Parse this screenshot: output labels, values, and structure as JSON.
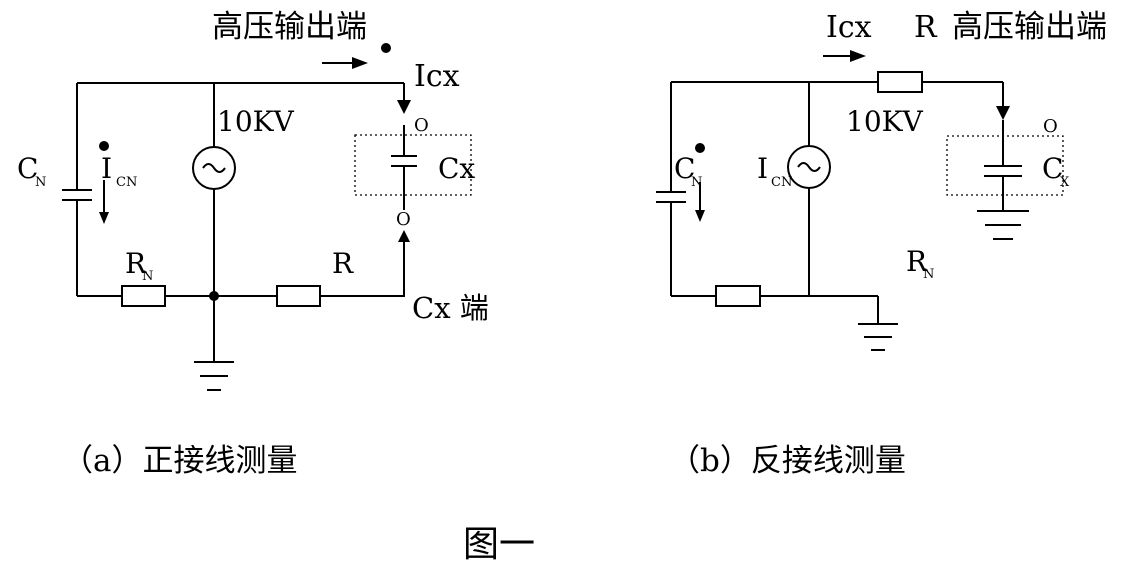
{
  "left_circuit": {
    "hv_terminal_label": "高压输出端",
    "current_label": "Icx",
    "voltage_label": "10KV",
    "cn_label": "C",
    "cn_sub": "N",
    "icn_label": "I",
    "icn_sub": "CN",
    "cx_label": "Cx",
    "rn_label": "R",
    "rn_sub": "N",
    "r_label": "R",
    "cx_terminal_label": "Cx 端",
    "terminal_o_top": "O",
    "terminal_o_bottom": "O",
    "caption": "（a）正接线测量"
  },
  "right_circuit": {
    "current_label": "Icx",
    "r_label": "R",
    "hv_terminal_label": "高压输出端",
    "voltage_label": "10KV",
    "cn_label": "C",
    "cn_sub": "N",
    "icn_label": "I",
    "icn_sub": "CN",
    "cx_label": "C",
    "cx_sub": "X",
    "rn_label": "R",
    "rn_sub": "N",
    "terminal_o": "O",
    "caption": "（b）反接线测量"
  },
  "figure_title": "图一"
}
